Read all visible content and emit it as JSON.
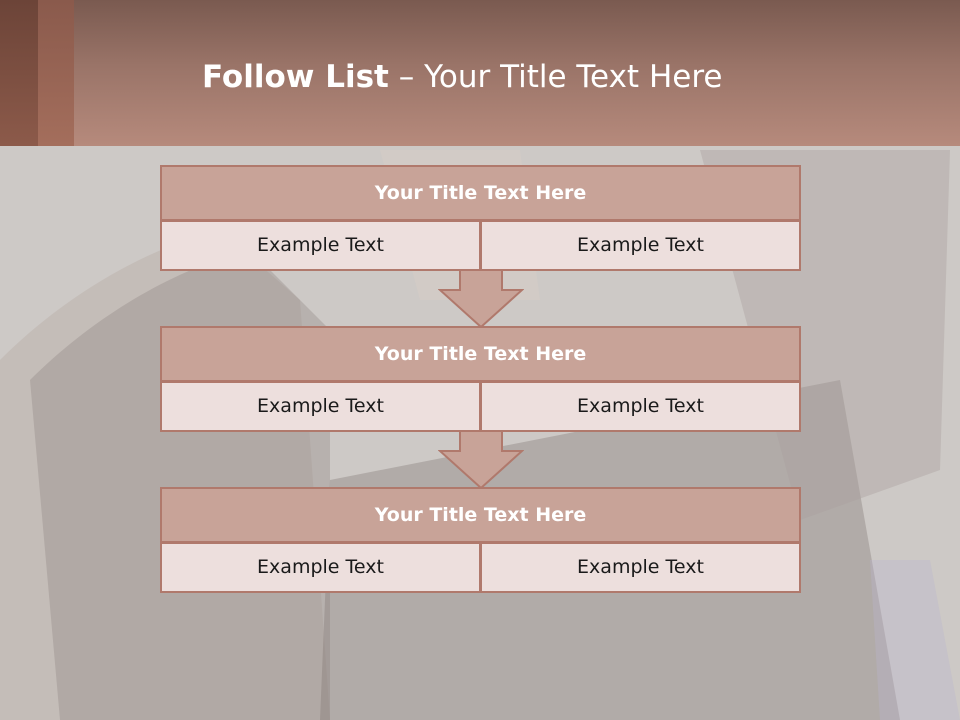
{
  "slide": {
    "title_strong": "Follow List",
    "title_rest": " – Your Title Text Here"
  },
  "steps": [
    {
      "title": "Your Title Text Here",
      "cells": [
        "Example Text",
        "Example Text"
      ]
    },
    {
      "title": "Your Title Text Here",
      "cells": [
        "Example Text",
        "Example Text"
      ]
    },
    {
      "title": "Your Title Text Here",
      "cells": [
        "Example Text",
        "Example Text"
      ]
    }
  ],
  "colors": {
    "header": "#9a7468",
    "title_box": "#c8a398",
    "cell_box": "#eddfdd",
    "border": "#b0796c"
  }
}
